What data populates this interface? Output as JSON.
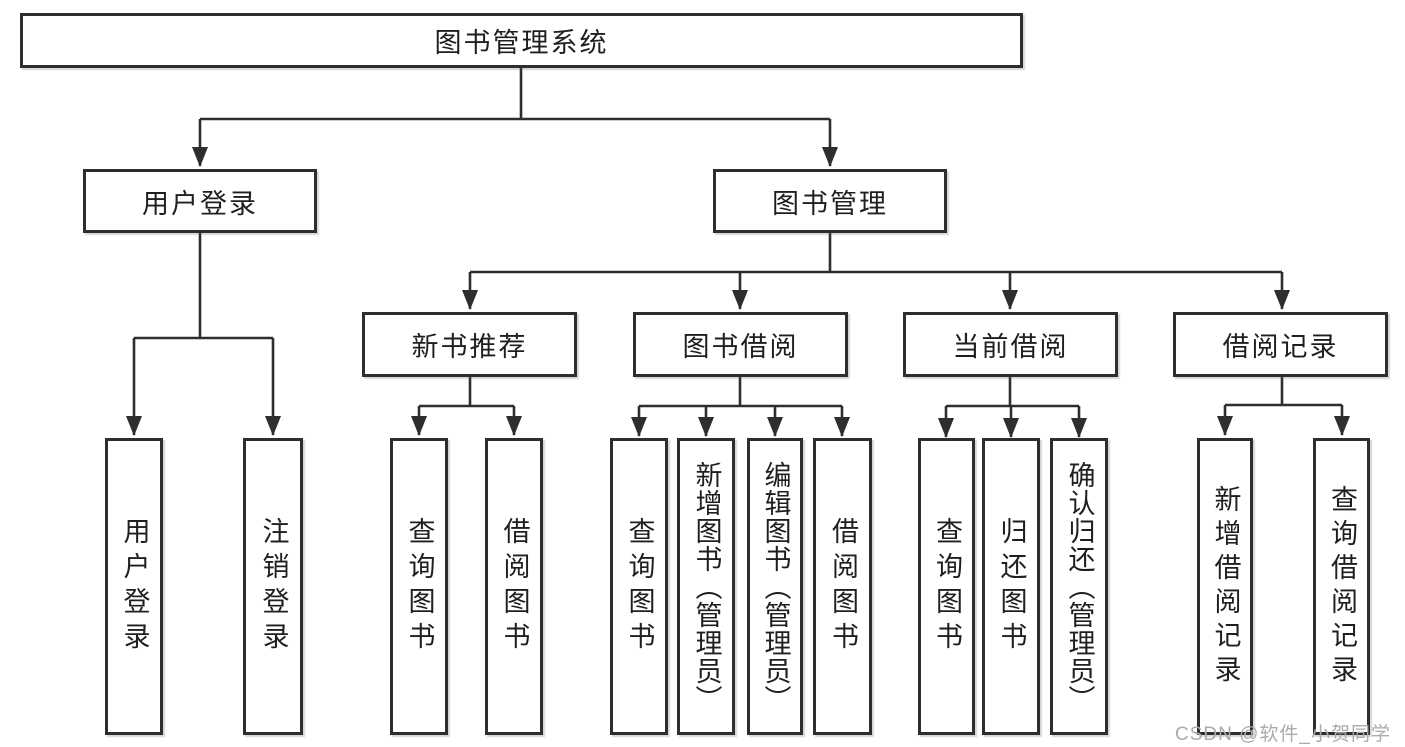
{
  "root": {
    "label": "图书管理系统"
  },
  "user_login": {
    "label": "用户登录",
    "children": [
      "用户登录",
      "注销登录"
    ]
  },
  "book_mgmt": {
    "label": "图书管理"
  },
  "groups": {
    "recommend": {
      "label": "新书推荐",
      "children": [
        "查询图书",
        "借阅图书"
      ]
    },
    "borrow": {
      "label": "图书借阅",
      "children": [
        "查询图书",
        "新增图书（管理员）",
        "编辑图书（管理员）",
        "借阅图书"
      ]
    },
    "current": {
      "label": "当前借阅",
      "children": [
        "查询图书",
        "归还图书",
        "确认归还（管理员）"
      ]
    },
    "records": {
      "label": "借阅记录",
      "children": [
        "新增借阅记录",
        "查询借阅记录"
      ]
    }
  },
  "watermark": {
    "text": "CSDN @软件_小贺同学"
  },
  "colors": {
    "line": "#2e2e2e",
    "text": "#1f1f1f",
    "box_fill": "#ffffff",
    "watermark": "#ababab",
    "background": "#ffffff"
  }
}
